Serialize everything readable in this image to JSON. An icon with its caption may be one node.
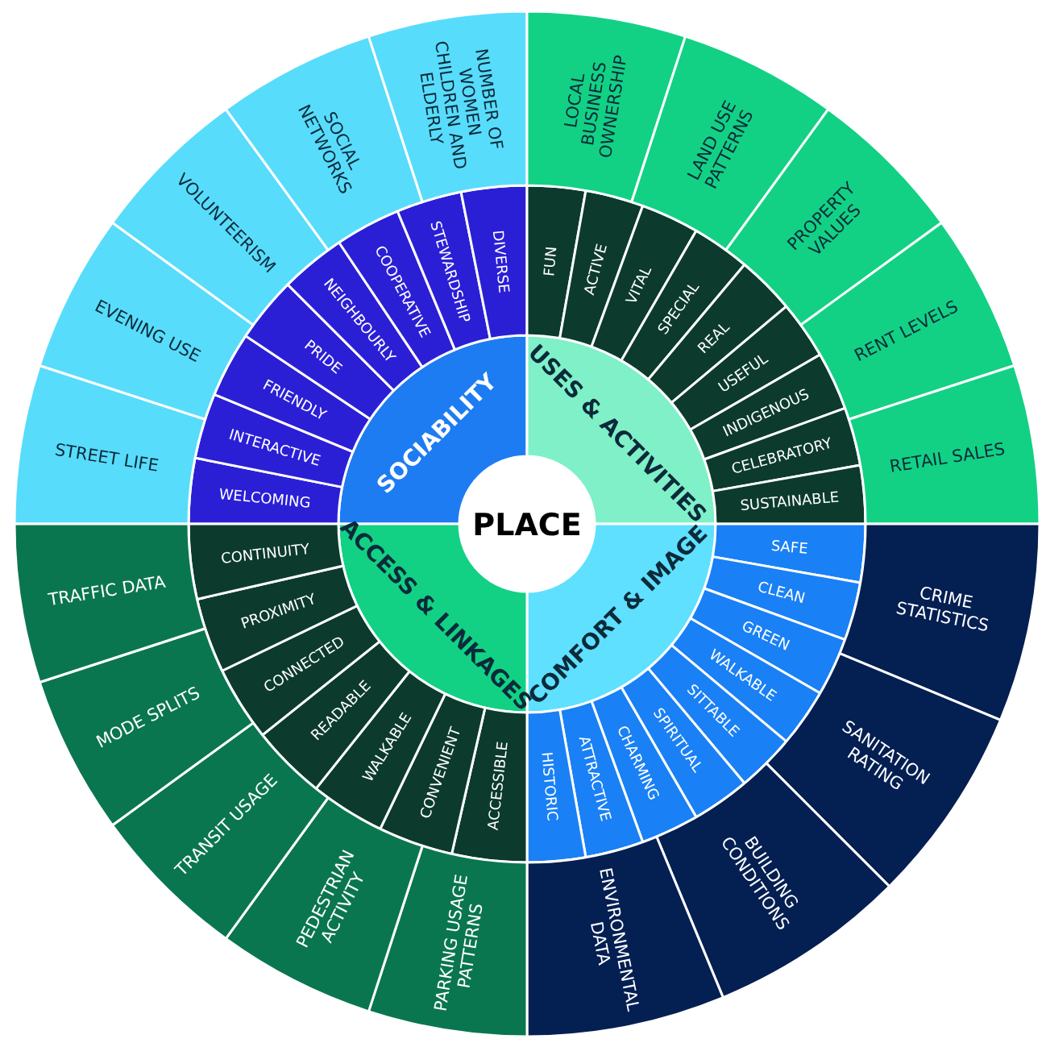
{
  "diagram": {
    "nodes": [
      {
        "text": [
          "PLACE"
        ]
      },
      {
        "text": [
          "SOCIABILITY"
        ]
      },
      {
        "text": [
          "USES & ACTIVITIES"
        ]
      },
      {
        "text": [
          "COMFORT & IMAGE"
        ]
      },
      {
        "text": [
          "ACCESS & LINKAGES"
        ]
      },
      {
        "text": [
          "WELCOMING"
        ]
      },
      {
        "text": [
          "INTERACTIVE"
        ]
      },
      {
        "text": [
          "FRIENDLY"
        ]
      },
      {
        "text": [
          "PRIDE"
        ]
      },
      {
        "text": [
          "NEIGHBOURLY"
        ]
      },
      {
        "text": [
          "COOPERATIVE"
        ]
      },
      {
        "text": [
          "STEWARDSHIP"
        ]
      },
      {
        "text": [
          "DIVERSE"
        ]
      },
      {
        "text": [
          "FUN"
        ]
      },
      {
        "text": [
          "ACTIVE"
        ]
      },
      {
        "text": [
          "VITAL"
        ]
      },
      {
        "text": [
          "SPECIAL"
        ]
      },
      {
        "text": [
          "REAL"
        ]
      },
      {
        "text": [
          "USEFUL"
        ]
      },
      {
        "text": [
          "INDIGENOUS"
        ]
      },
      {
        "text": [
          "CELEBRATORY"
        ]
      },
      {
        "text": [
          "SUSTAINABLE"
        ]
      },
      {
        "text": [
          "SAFE"
        ]
      },
      {
        "text": [
          "CLEAN"
        ]
      },
      {
        "text": [
          "GREEN"
        ]
      },
      {
        "text": [
          "WALKABLE"
        ]
      },
      {
        "text": [
          "SITTABLE"
        ]
      },
      {
        "text": [
          "SPIRITUAL"
        ]
      },
      {
        "text": [
          "CHARMING"
        ]
      },
      {
        "text": [
          "ATTRACTIVE"
        ]
      },
      {
        "text": [
          "HISTORIC"
        ]
      },
      {
        "text": [
          "ACCESSIBLE"
        ]
      },
      {
        "text": [
          "CONVENIENT"
        ]
      },
      {
        "text": [
          "WALKABLE"
        ]
      },
      {
        "text": [
          "READABLE"
        ]
      },
      {
        "text": [
          "CONNECTED"
        ]
      },
      {
        "text": [
          "PROXIMITY"
        ]
      },
      {
        "text": [
          "CONTINUITY"
        ]
      },
      {
        "text": [
          "STREET LIFE"
        ]
      },
      {
        "text": [
          "EVENING USE"
        ]
      },
      {
        "text": [
          "VOLUNTEERISM"
        ]
      },
      {
        "text": [
          "SOCIAL NETWORKS"
        ]
      },
      {
        "text": [
          "NUMBER OF WOMEN CHILDREN AND ELDERLY"
        ]
      },
      {
        "text": [
          "LOCAL BUSINESS OWNERSHIP"
        ]
      },
      {
        "text": [
          "LAND USE PATTERNS"
        ]
      },
      {
        "text": [
          "PROPERTY VALUES"
        ]
      },
      {
        "text": [
          "RENT LEVELS"
        ]
      },
      {
        "text": [
          "RETAIL SALES"
        ]
      },
      {
        "text": [
          "CRIME STATISTICS"
        ]
      },
      {
        "text": [
          "SANITATION RATING"
        ]
      },
      {
        "text": [
          "BUILDING CONDITIONS"
        ]
      },
      {
        "text": [
          "ENVIRONMENTAL DATA"
        ]
      },
      {
        "text": [
          "PARKING USAGE PATTERNS"
        ]
      },
      {
        "text": [
          "PEDESTRIAN ACTIVITY"
        ]
      },
      {
        "text": [
          "TRANSIT USAGE"
        ]
      },
      {
        "text": [
          "MODE SPLITS"
        ]
      },
      {
        "text": [
          "TRAFFIC DATA"
        ]
      }
    ]
  }
}
